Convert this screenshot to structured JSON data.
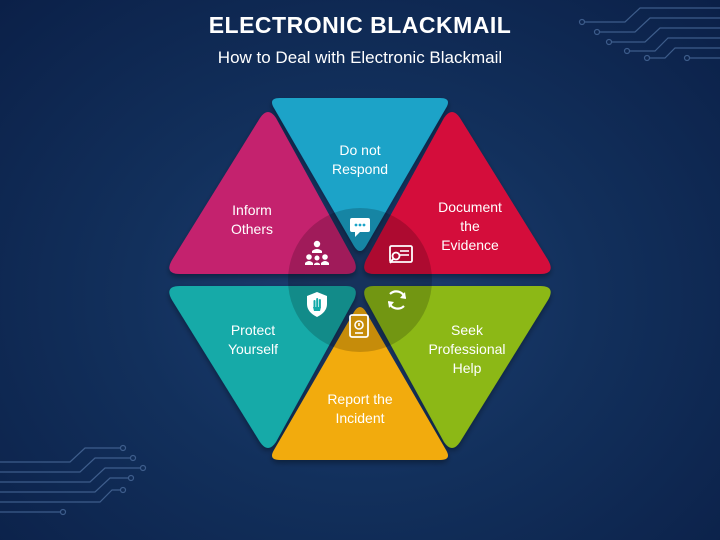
{
  "title": "ELECTRONIC BLACKMAIL",
  "subtitle": "How to Deal with Electronic Blackmail",
  "segments": [
    {
      "label_lines": [
        "Do not",
        "Respond"
      ],
      "color": "#1aa3c8",
      "icon": "chat-bubble-icon"
    },
    {
      "label_lines": [
        "Document",
        "the",
        "Evidence"
      ],
      "color": "#d4103a",
      "icon": "document-search-icon"
    },
    {
      "label_lines": [
        "Seek",
        "Professional",
        "Help"
      ],
      "color": "#8cb812",
      "icon": "refresh-arrows-icon"
    },
    {
      "label_lines": [
        "Report the",
        "Incident"
      ],
      "color": "#f2ab0f",
      "icon": "report-file-icon"
    },
    {
      "label_lines": [
        "Protect",
        "Yourself"
      ],
      "color": "#13aaa8",
      "icon": "shield-hand-icon"
    },
    {
      "label_lines": [
        "Inform",
        "Others"
      ],
      "color": "#c4226e",
      "icon": "group-people-icon"
    }
  ]
}
